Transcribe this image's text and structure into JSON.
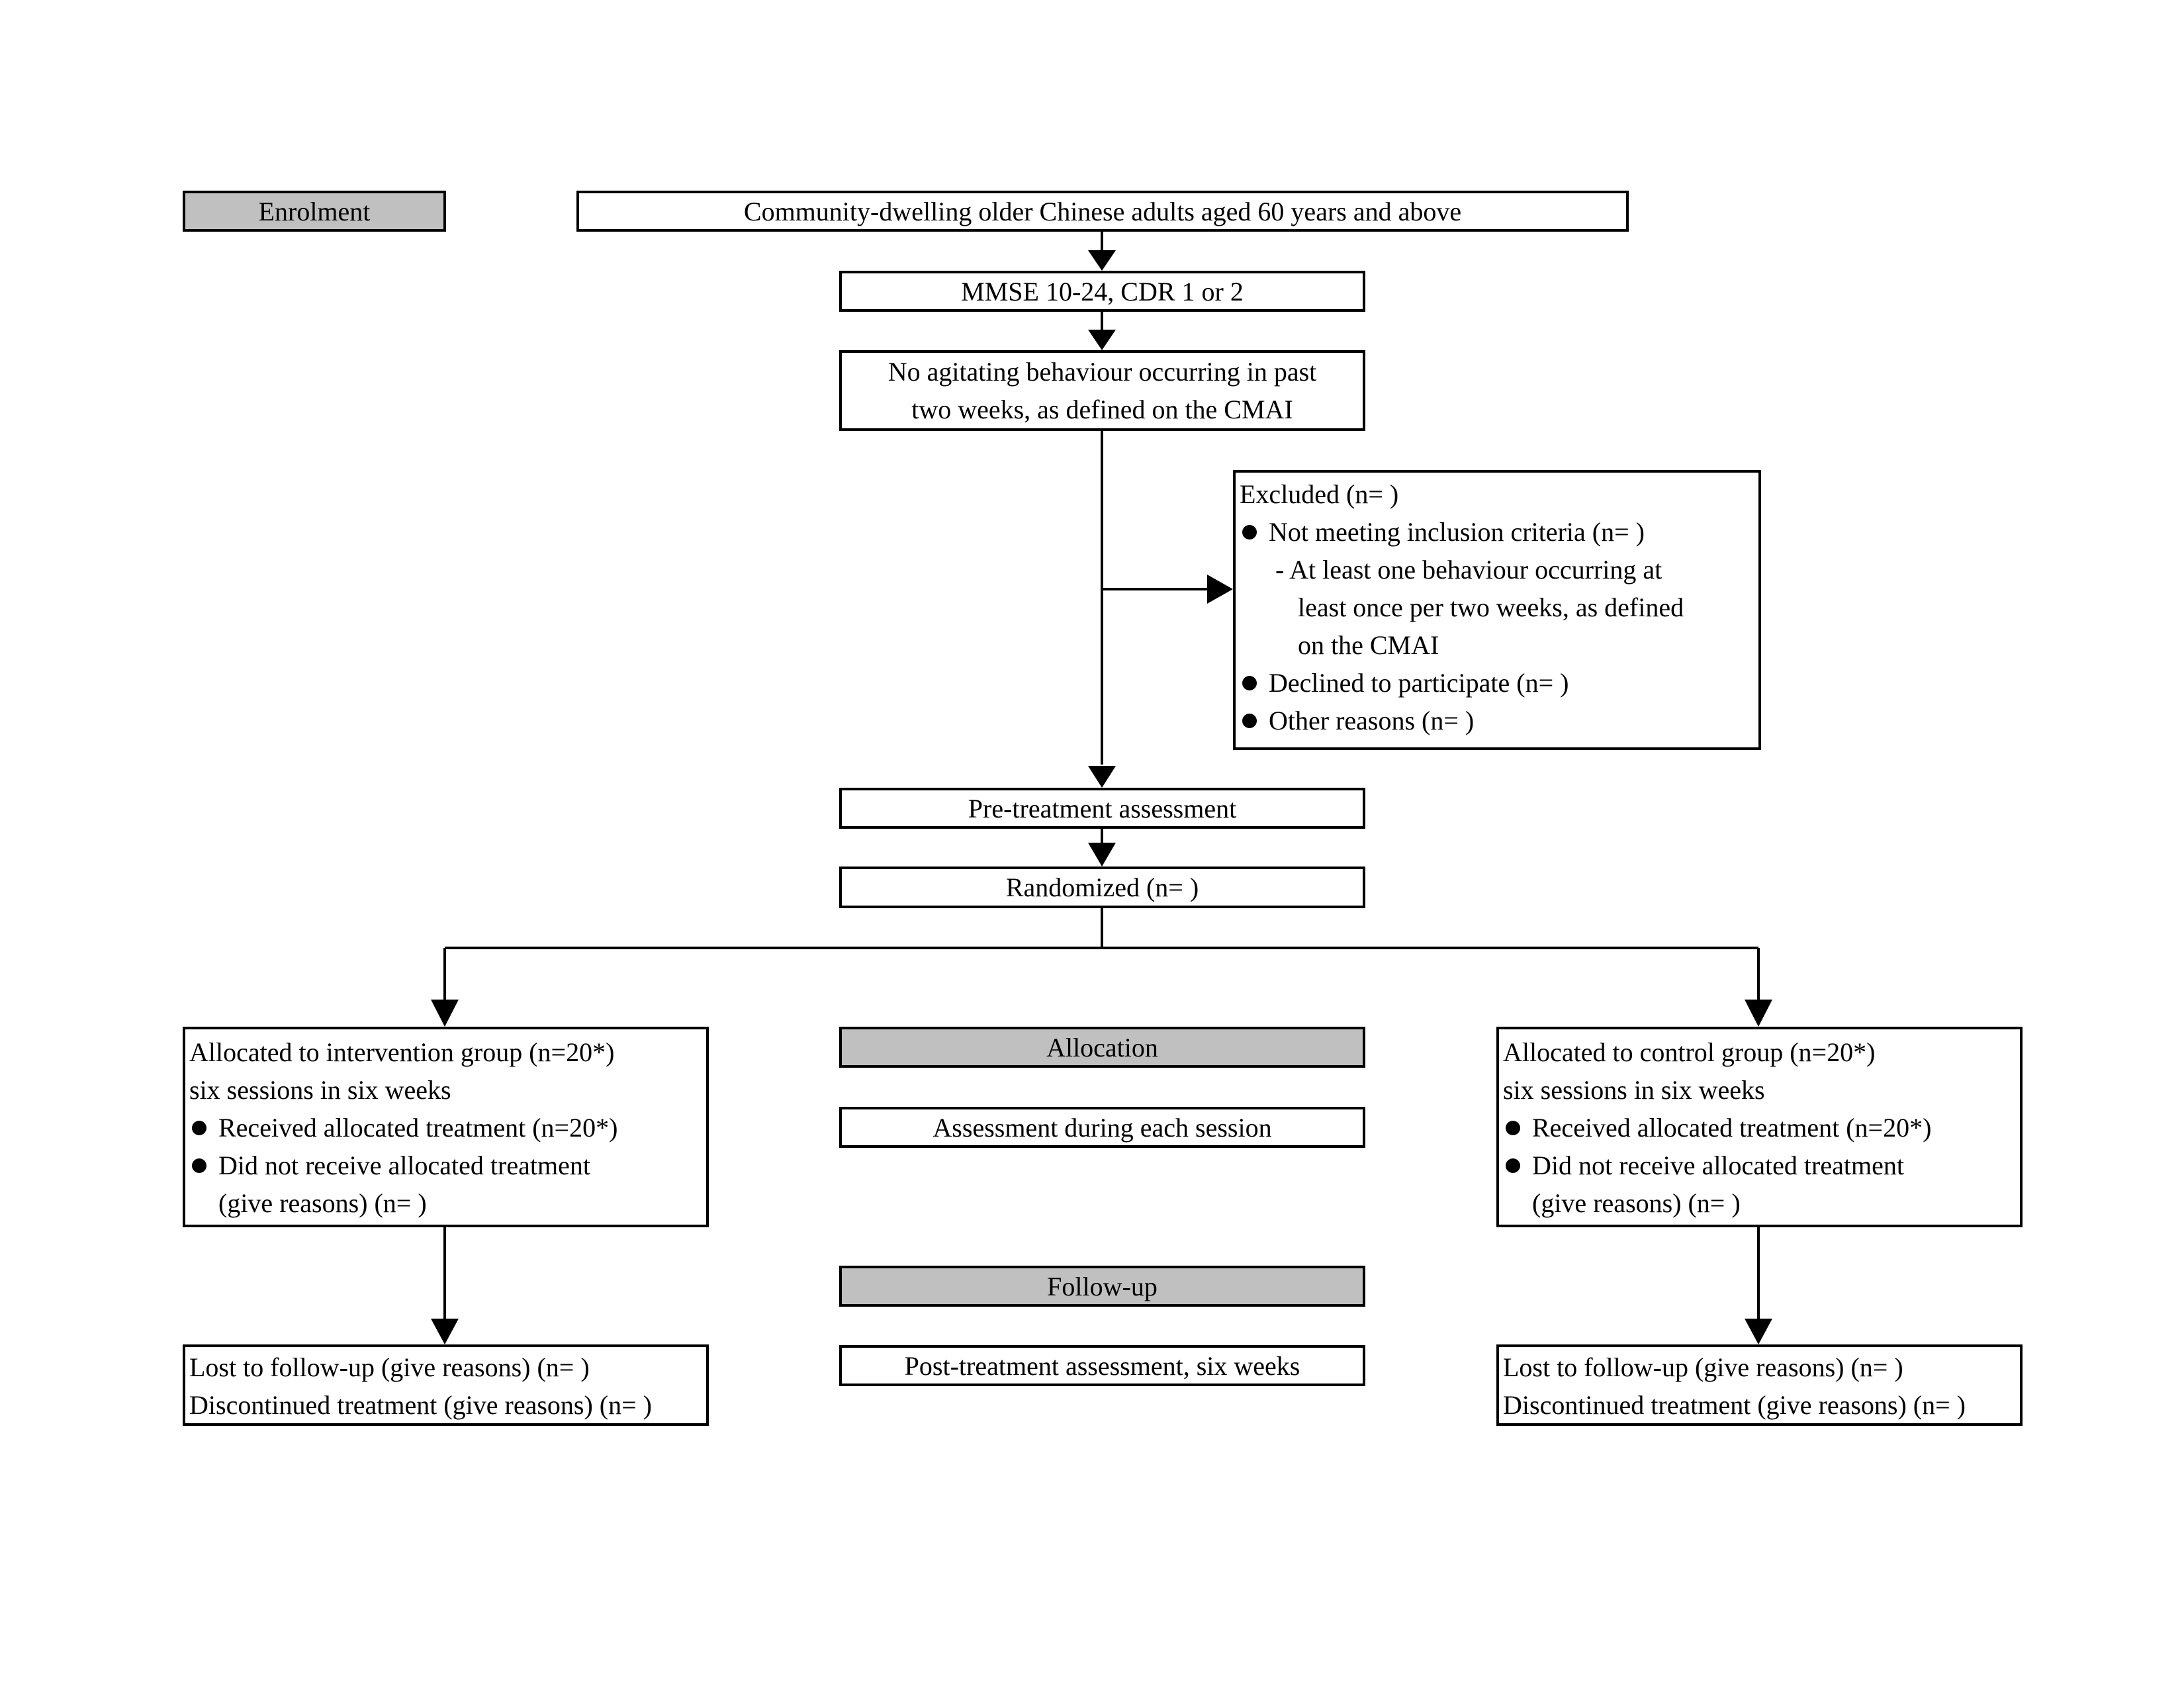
{
  "stages": {
    "enrolment": "Enrolment",
    "allocation": "Allocation",
    "follow_up": "Follow-up"
  },
  "enrolment": {
    "population": "Community-dwelling older Chinese adults aged 60 years and above",
    "cognitive_criteria": "MMSE 10-24, CDR 1 or 2",
    "behaviour_criteria": [
      "No agitating behaviour occurring in past",
      "two weeks, as defined on the CMAI"
    ]
  },
  "excluded": {
    "title": "Excluded (n= )",
    "not_meeting": "Not meeting inclusion criteria (n= )",
    "criterion_detail": [
      "- At least one behaviour occurring at",
      "least once per two weeks, as defined",
      "on the CMAI"
    ],
    "declined": "Declined to participate (n= )",
    "other": "Other reasons (n= )"
  },
  "pre_treatment": "Pre-treatment assessment",
  "randomized": "Randomized (n= )",
  "intervention": {
    "title": "Allocated to intervention group (n=20*)",
    "sessions": "six sessions in six weeks",
    "received": "Received allocated treatment (n=20*)",
    "not_received": [
      "Did not receive allocated treatment",
      "(give reasons) (n= )"
    ],
    "lost": "Lost to follow-up (give reasons) (n= )",
    "discontinued": "Discontinued treatment (give reasons) (n= )"
  },
  "control": {
    "title": "Allocated to control group (n=20*)",
    "sessions": "six sessions in six weeks",
    "received": "Received allocated treatment (n=20*)",
    "not_received": [
      "Did not receive allocated treatment",
      "(give reasons) (n= )"
    ],
    "lost": "Lost to follow-up (give reasons) (n= )",
    "discontinued": "Discontinued treatment (give reasons) (n= )"
  },
  "session_assessment": "Assessment during each session",
  "post_treatment": "Post-treatment assessment, six weeks"
}
